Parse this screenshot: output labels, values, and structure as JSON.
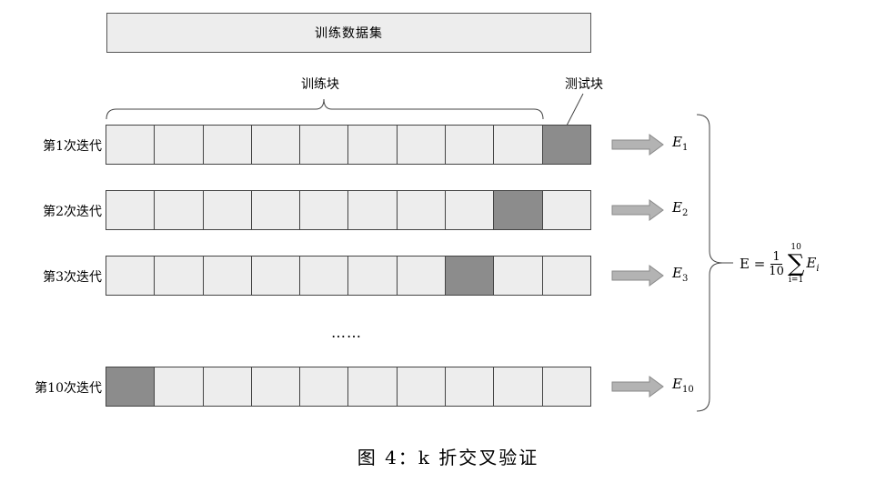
{
  "dataset_label": "训练数据集",
  "train_block_label": "训练块",
  "test_block_label": "测试块",
  "rows": [
    {
      "label": "第1次迭代",
      "test_index": 9,
      "error_symbol": "E",
      "error_sub": "1"
    },
    {
      "label": "第2次迭代",
      "test_index": 8,
      "error_symbol": "E",
      "error_sub": "2"
    },
    {
      "label": "第3次迭代",
      "test_index": 7,
      "error_symbol": "E",
      "error_sub": "3"
    },
    {
      "label": "第10次迭代",
      "test_index": 0,
      "error_symbol": "E",
      "error_sub": "10"
    }
  ],
  "ellipsis": "……",
  "formula": {
    "lhs": "E =",
    "frac_num": "1",
    "frac_den": "10",
    "sum_top": "10",
    "sum_bottom": "i=1",
    "term": "E",
    "term_sub": "i"
  },
  "caption": "图 4：k 折交叉验证",
  "colors": {
    "train_block": "#ededed",
    "test_block": "#8c8c8c",
    "border": "#444444",
    "arrow_fill": "#b3b3b3",
    "arrow_stroke": "#8a8a8a"
  }
}
